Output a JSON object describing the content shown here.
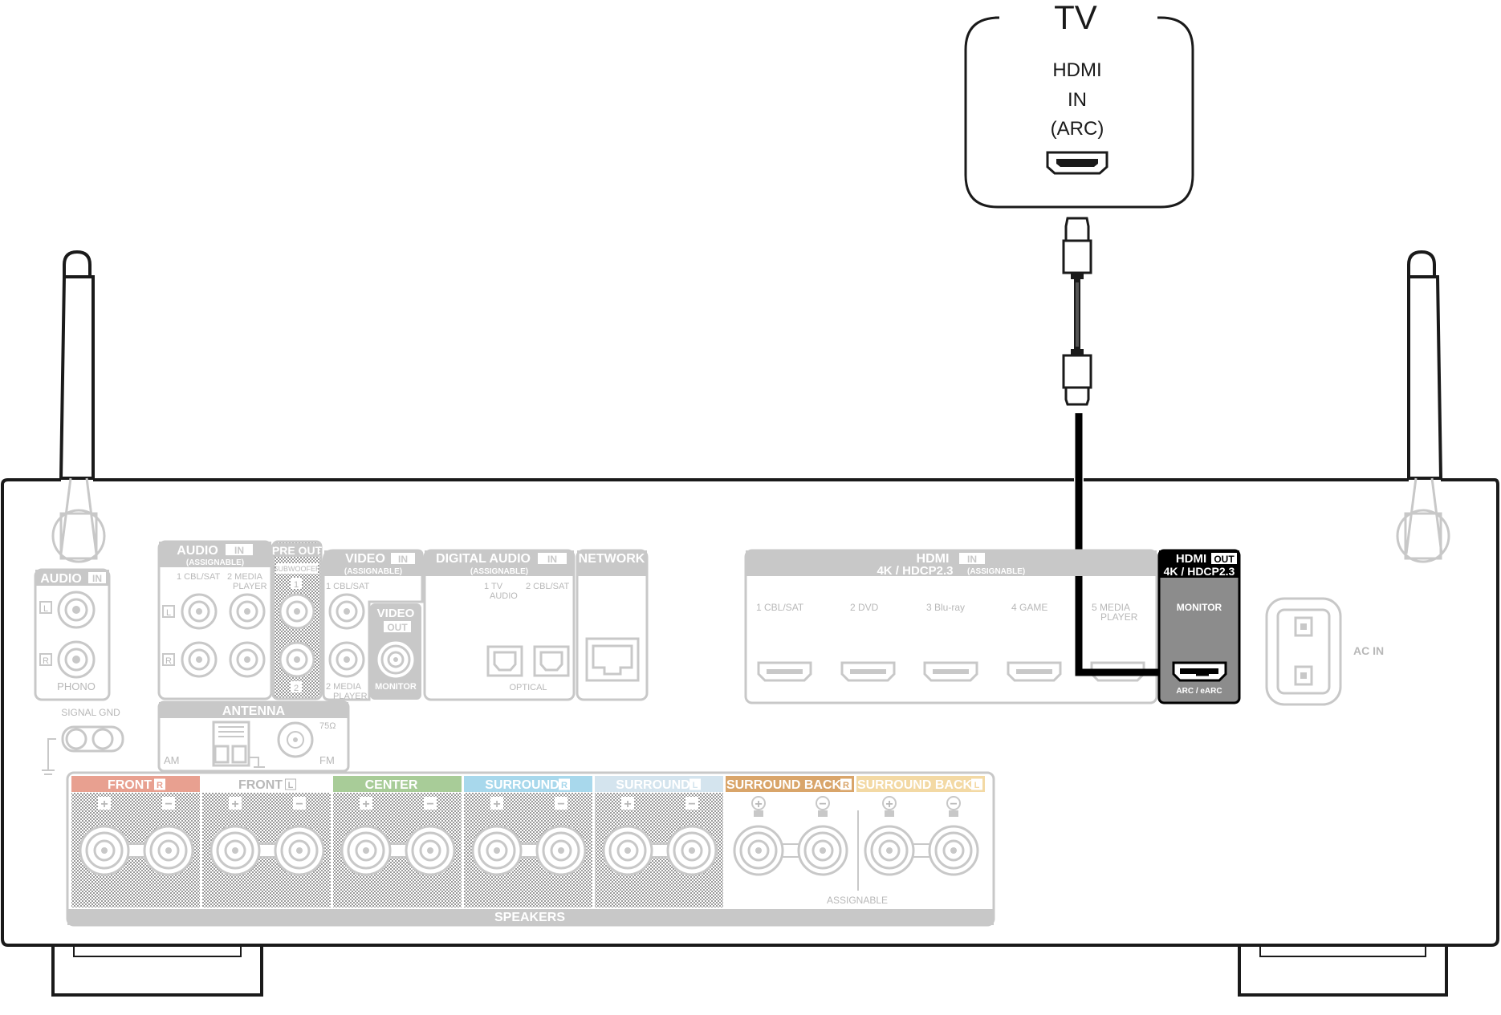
{
  "tv": {
    "title": "TV",
    "port_line1": "HDMI",
    "port_line2": "IN",
    "port_line3": "(ARC)"
  },
  "receiver": {
    "audio_in_left": {
      "header": "AUDIO",
      "header_tag": "IN",
      "ch_l": "L",
      "ch_r": "R",
      "label": "PHONO"
    },
    "signal_gnd": "SIGNAL GND",
    "audio_in_assign": {
      "header": "AUDIO",
      "header_tag": "IN",
      "sub": "(ASSIGNABLE)",
      "in1": "1 CBL/SAT",
      "in2": "2  MEDIA",
      "in2b": "PLAYER",
      "ch_l": "L",
      "ch_r": "R"
    },
    "pre_out": {
      "header": "PRE OUT",
      "sub": "SUBWOOFER",
      "n1": "1",
      "n2": "2"
    },
    "video_in": {
      "header": "VIDEO",
      "header_tag": "IN",
      "sub": "(ASSIGNABLE)",
      "in1": "1 CBL/SAT",
      "in2": "2  MEDIA",
      "in2b": "PLAYER"
    },
    "video_out": {
      "header": "VIDEO",
      "header_tag": "OUT",
      "label": "MONITOR"
    },
    "digital_audio": {
      "header": "DIGITAL AUDIO",
      "header_tag": "IN",
      "sub": "(ASSIGNABLE)",
      "in1": "1   TV",
      "in1b": "AUDIO",
      "in2": "2 CBL/SAT",
      "label": "OPTICAL"
    },
    "network": {
      "header": "NETWORK"
    },
    "antenna": {
      "header": "ANTENNA",
      "am": "AM",
      "fm": "FM",
      "ohm": "75Ω"
    },
    "hdmi_in": {
      "header": "HDMI",
      "header_tag": "IN",
      "sub": "4K / HDCP2.3",
      "sub_small": "(ASSIGNABLE)",
      "inputs": [
        "1  CBL/SAT",
        "2  DVD",
        "3  Blu-ray",
        "4  GAME",
        "5  MEDIA"
      ],
      "input5b": "PLAYER"
    },
    "hdmi_out": {
      "header": "HDMI",
      "header_tag": "OUT",
      "sub": "4K / HDCP2.3",
      "label": "MONITOR",
      "arc": "ARC / eARC"
    },
    "ac_in": "AC IN",
    "speakers": {
      "groups": [
        {
          "label": "FRONT",
          "tag": "R",
          "color": "#e8a090"
        },
        {
          "label": "FRONT",
          "tag": "L",
          "color": "#ffffff"
        },
        {
          "label": "CENTER",
          "tag": "",
          "color": "#a8cc98"
        },
        {
          "label": "SURROUND",
          "tag": "R",
          "color": "#a8d8ec"
        },
        {
          "label": "SURROUND",
          "tag": "L",
          "color": "#d4e4ee"
        },
        {
          "label": "SURROUND BACK",
          "tag": "R",
          "color": "#d9a56a"
        },
        {
          "label": "SURROUND BACK",
          "tag": "L",
          "color": "#f3d9a4"
        }
      ],
      "footer": "SPEAKERS",
      "assignable": "ASSIGNABLE"
    }
  },
  "colors": {
    "panel_gray": "#cccccc",
    "outline_gray": "#c8c8c8",
    "cable": "#000000",
    "highlight": "#000000"
  }
}
